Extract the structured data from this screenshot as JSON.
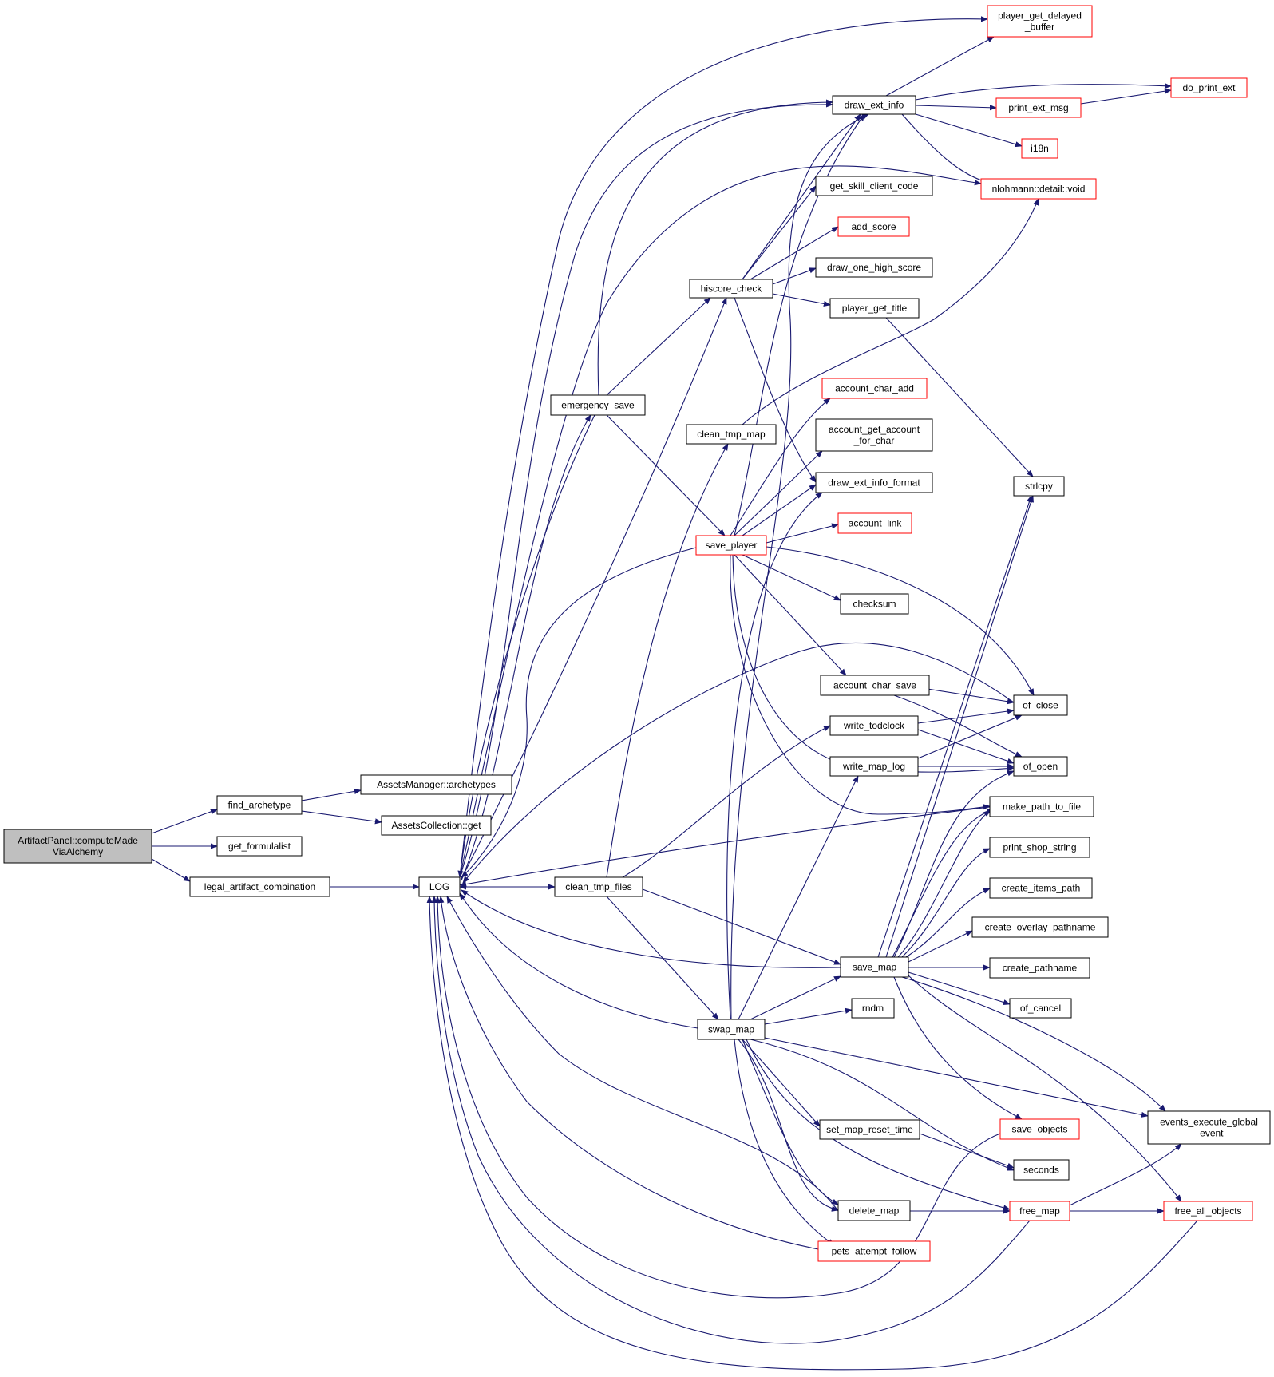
{
  "nodes": {
    "compute": {
      "lines": [
        "ArtifactPanel::computeMade",
        "ViaAlchemy"
      ],
      "highlighted": true
    },
    "find_archetype": {
      "lines": [
        "find_archetype"
      ]
    },
    "get_formulalist": {
      "lines": [
        "get_formulalist"
      ]
    },
    "legal_artifact_combination": {
      "lines": [
        "legal_artifact_combination"
      ]
    },
    "assets_archetypes": {
      "lines": [
        "AssetsManager::archetypes"
      ]
    },
    "assets_get": {
      "lines": [
        "AssetsCollection::get"
      ]
    },
    "LOG": {
      "lines": [
        "LOG"
      ]
    },
    "emergency_save": {
      "lines": [
        "emergency_save"
      ]
    },
    "clean_tmp_files": {
      "lines": [
        "clean_tmp_files"
      ]
    },
    "hiscore_check": {
      "lines": [
        "hiscore_check"
      ]
    },
    "clean_tmp_map": {
      "lines": [
        "clean_tmp_map"
      ]
    },
    "save_player": {
      "lines": [
        "save_player"
      ],
      "red": true
    },
    "swap_map": {
      "lines": [
        "swap_map"
      ]
    },
    "draw_ext_info": {
      "lines": [
        "draw_ext_info"
      ]
    },
    "get_skill_client_code": {
      "lines": [
        "get_skill_client_code"
      ]
    },
    "add_score": {
      "lines": [
        "add_score"
      ],
      "red": true
    },
    "draw_one_high_score": {
      "lines": [
        "draw_one_high_score"
      ]
    },
    "player_get_title": {
      "lines": [
        "player_get_title"
      ]
    },
    "account_char_add": {
      "lines": [
        "account_char_add"
      ],
      "red": true
    },
    "account_get_account_for_char": {
      "lines": [
        "account_get_account",
        "_for_char"
      ]
    },
    "draw_ext_info_format": {
      "lines": [
        "draw_ext_info_format"
      ]
    },
    "account_link": {
      "lines": [
        "account_link"
      ],
      "red": true
    },
    "checksum": {
      "lines": [
        "checksum"
      ]
    },
    "account_char_save": {
      "lines": [
        "account_char_save"
      ]
    },
    "write_todclock": {
      "lines": [
        "write_todclock"
      ]
    },
    "write_map_log": {
      "lines": [
        "write_map_log"
      ]
    },
    "save_map": {
      "lines": [
        "save_map"
      ]
    },
    "rndm": {
      "lines": [
        "rndm"
      ]
    },
    "set_map_reset_time": {
      "lines": [
        "set_map_reset_time"
      ]
    },
    "delete_map": {
      "lines": [
        "delete_map"
      ]
    },
    "pets_attempt_follow": {
      "lines": [
        "pets_attempt_follow"
      ],
      "red": true
    },
    "player_get_delayed_buffer": {
      "lines": [
        "player_get_delayed",
        "_buffer"
      ],
      "red": true
    },
    "print_ext_msg": {
      "lines": [
        "print_ext_msg"
      ],
      "red": true
    },
    "i18n": {
      "lines": [
        "i18n"
      ],
      "red": true
    },
    "nlohmann_void": {
      "lines": [
        "nlohmann::detail::void"
      ],
      "red": true
    },
    "strlcpy": {
      "lines": [
        "strlcpy"
      ]
    },
    "of_close": {
      "lines": [
        "of_close"
      ]
    },
    "of_open": {
      "lines": [
        "of_open"
      ]
    },
    "make_path_to_file": {
      "lines": [
        "make_path_to_file"
      ]
    },
    "print_shop_string": {
      "lines": [
        "print_shop_string"
      ]
    },
    "create_items_path": {
      "lines": [
        "create_items_path"
      ]
    },
    "create_overlay_pathname": {
      "lines": [
        "create_overlay_pathname"
      ]
    },
    "create_pathname": {
      "lines": [
        "create_pathname"
      ]
    },
    "of_cancel": {
      "lines": [
        "of_cancel"
      ]
    },
    "save_objects": {
      "lines": [
        "save_objects"
      ],
      "red": true
    },
    "seconds": {
      "lines": [
        "seconds"
      ]
    },
    "free_map": {
      "lines": [
        "free_map"
      ],
      "red": true
    },
    "do_print_ext": {
      "lines": [
        "do_print_ext"
      ],
      "red": true
    },
    "events_execute_global_event": {
      "lines": [
        "events_execute_global",
        "_event"
      ]
    },
    "free_all_objects": {
      "lines": [
        "free_all_objects"
      ],
      "red": true
    }
  },
  "colors": {
    "edge": "#191970",
    "node_border": "#000000",
    "node_border_red": "#ff0000",
    "highlight_fill": "#bfbfbf",
    "node_fill": "#ffffff"
  }
}
